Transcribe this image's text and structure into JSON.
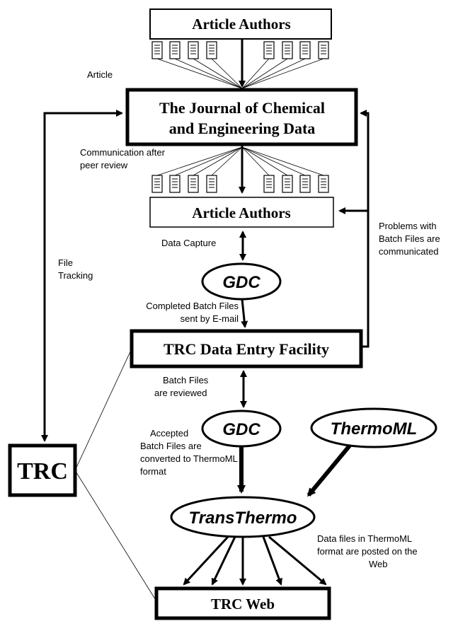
{
  "nodes": {
    "authors_top": "Article Authors",
    "journal_line1": "The Journal of Chemical",
    "journal_line2": "and Engineering Data",
    "authors_mid": "Article Authors",
    "gdc_1": "GDC",
    "trc_entry": "TRC Data Entry Facility",
    "gdc_2": "GDC",
    "thermoml": "ThermoML",
    "transthermo": "TransThermo",
    "trc": "TRC",
    "trc_web": "TRC Web"
  },
  "labels": {
    "article": "Article",
    "communication_1": "Communication after",
    "communication_2": "peer review",
    "data_capture": "Data Capture",
    "file_tracking_1": "File",
    "file_tracking_2": "Tracking",
    "completed_1": "Completed Batch Files",
    "completed_2": "sent by E-mail",
    "problems_1": "Problems with",
    "problems_2": "Batch Files are",
    "problems_3": "communicated",
    "reviewed_1": "Batch Files",
    "reviewed_2": "are reviewed",
    "accepted_1": "Accepted",
    "accepted_2": "Batch Files are",
    "accepted_3": "converted to ThermoML",
    "accepted_4": "format",
    "datafiles_1": "Data files in ThermoML",
    "datafiles_2": "format are posted on the",
    "datafiles_3": "Web"
  }
}
